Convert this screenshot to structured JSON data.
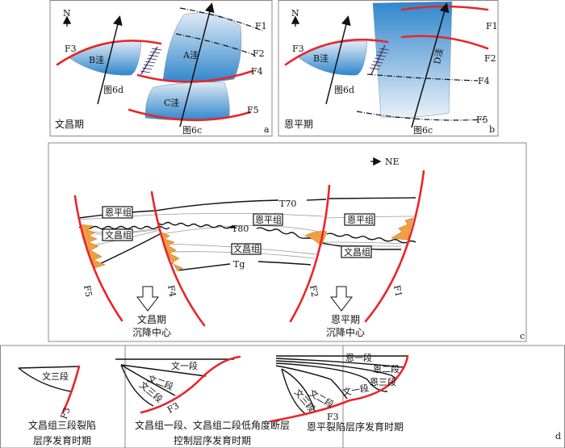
{
  "panel_a": {
    "north": "N",
    "period": "文昌期",
    "letter": "a",
    "sags": [
      "B洼",
      "A洼",
      "C洼"
    ],
    "faults": [
      "F1",
      "F2",
      "F3",
      "F4",
      "F5"
    ],
    "section_lines": [
      "图6d",
      "图6c"
    ]
  },
  "panel_b": {
    "north": "N",
    "period": "恩平期",
    "letter": "b",
    "sags": [
      "B洼",
      "D洼"
    ],
    "faults": [
      "F1",
      "F2",
      "F3",
      "F4",
      "F5"
    ],
    "section_lines": [
      "图6d",
      "图6c"
    ]
  },
  "panel_c": {
    "direction": "NE",
    "letter": "c",
    "horizons": [
      "T70",
      "T80",
      "Tg"
    ],
    "formations": [
      "恩平组",
      "文昌组"
    ],
    "faults": [
      "F5",
      "F4",
      "F2",
      "F1"
    ],
    "centers": [
      {
        "period": "文昌期",
        "label": "沉降中心"
      },
      {
        "period": "恩平期",
        "label": "沉降中心"
      }
    ]
  },
  "panel_d": {
    "letter": "d",
    "fault": "F3",
    "stage1": {
      "units": [
        "文三段"
      ],
      "caption_1": "文昌组三段裂陷",
      "caption_2": "层序发育时期"
    },
    "stage2": {
      "units": [
        "文一段",
        "文二段",
        "文三段"
      ],
      "caption_1": "文昌组一段、文昌组二段低角度断层",
      "caption_2": "控制层序发育时期"
    },
    "stage3": {
      "units": [
        "恩一段",
        "恩二段",
        "恩三段",
        "文一段",
        "文二段",
        "文三段"
      ],
      "caption_1": "恩平裂陷层序发育时期"
    }
  },
  "colors": {
    "fault": "#e8262b",
    "sag": "#3f8fcf",
    "sand": "#f0a043"
  }
}
